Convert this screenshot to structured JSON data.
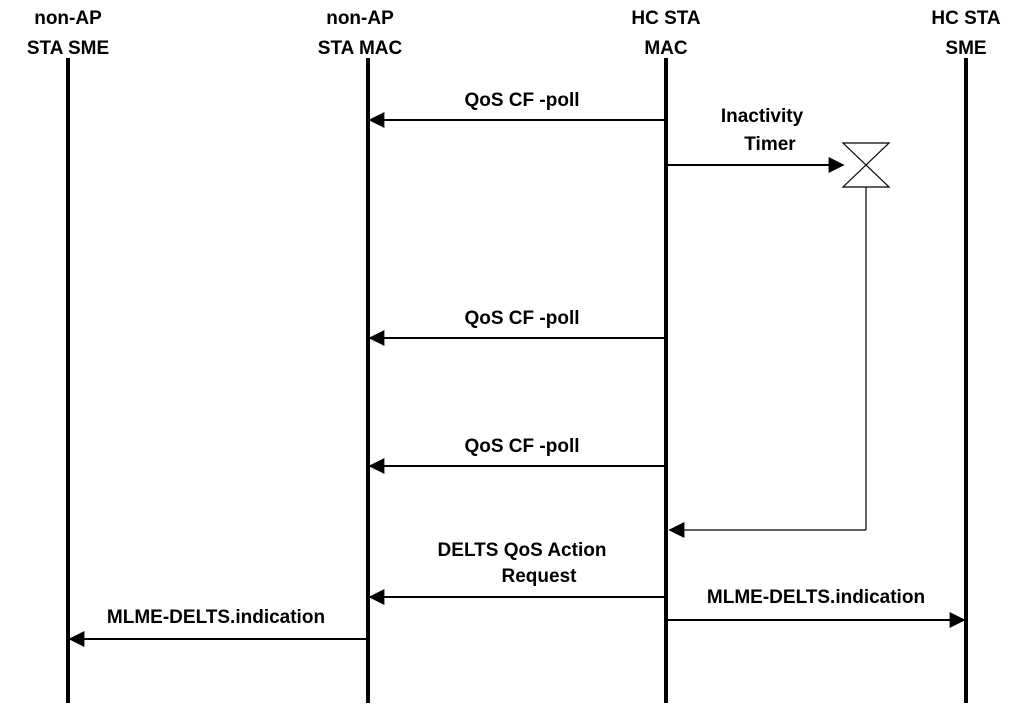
{
  "participants": [
    {
      "id": "non-ap-sta-sme",
      "line1": "non-AP",
      "line2": "STA SME"
    },
    {
      "id": "non-ap-sta-mac",
      "line1": "non-AP",
      "line2": "STA MAC"
    },
    {
      "id": "hc-sta-mac",
      "line1": "HC STA",
      "line2": "MAC"
    },
    {
      "id": "hc-sta-sme",
      "line1": "HC STA",
      "line2": "SME"
    }
  ],
  "messages": {
    "poll1": "QoS CF -poll",
    "poll2": "QoS CF -poll",
    "poll3": "QoS CF -poll",
    "delts_line1": "DELTS QoS Action",
    "delts_line2": "Request",
    "indication_hc": "MLME-DELTS.indication",
    "indication_sta": "MLME-DELTS.indication"
  },
  "timer": {
    "line1": "Inactivity",
    "line2": "Timer"
  }
}
